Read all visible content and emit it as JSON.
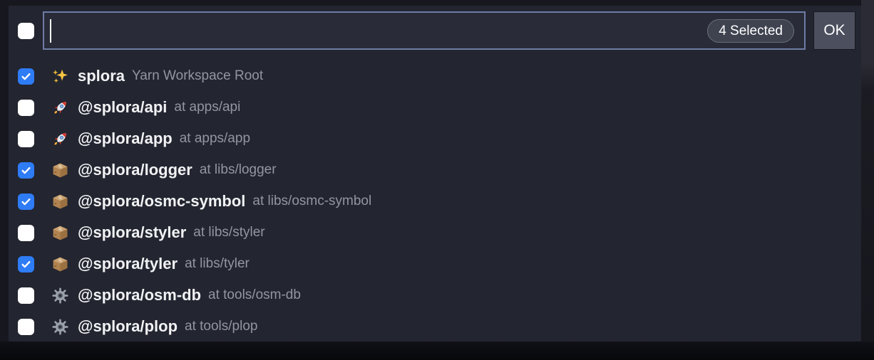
{
  "dialog": {
    "select_all_checkbox": {
      "checked": false
    },
    "search": {
      "value": "",
      "placeholder": ""
    },
    "selected_badge": "4 Selected",
    "ok_label": "OK"
  },
  "items": [
    {
      "checked": true,
      "icon": "sparkles-icon",
      "name": "splora",
      "description": "Yarn Workspace Root"
    },
    {
      "checked": false,
      "icon": "rocket-icon",
      "name": "@splora/api",
      "description": "at apps/api"
    },
    {
      "checked": false,
      "icon": "rocket-icon",
      "name": "@splora/app",
      "description": "at apps/app"
    },
    {
      "checked": true,
      "icon": "package-icon",
      "name": "@splora/logger",
      "description": "at libs/logger"
    },
    {
      "checked": true,
      "icon": "package-icon",
      "name": "@splora/osmc-symbol",
      "description": "at libs/osmc-symbol"
    },
    {
      "checked": false,
      "icon": "package-icon",
      "name": "@splora/styler",
      "description": "at libs/styler"
    },
    {
      "checked": true,
      "icon": "package-icon",
      "name": "@splora/tyler",
      "description": "at libs/tyler"
    },
    {
      "checked": false,
      "icon": "gear-icon",
      "name": "@splora/osm-db",
      "description": "at tools/osm-db"
    },
    {
      "checked": false,
      "icon": "gear-icon",
      "name": "@splora/plop",
      "description": "at tools/plop"
    }
  ],
  "colors": {
    "panel_bg": "#232530",
    "input_border": "#6e7da6",
    "checkbox_checked_blue": "#2e7cf6",
    "badge_bg": "#3f4350",
    "ok_button_bg": "#4b4f5e",
    "name_text": "#f1f2f4",
    "description_text": "#93959f"
  }
}
